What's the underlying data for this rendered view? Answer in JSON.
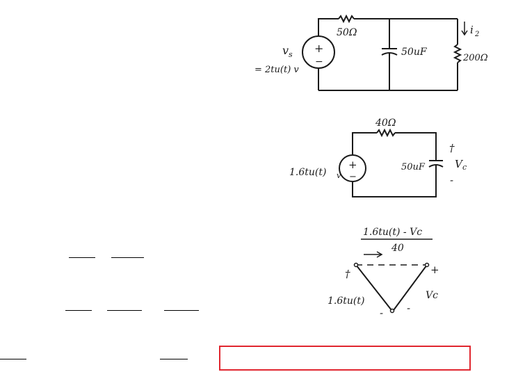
{
  "circuit1": {
    "resistor_series": "50Ω",
    "capacitor": "50uF",
    "resistor_load": "200Ω",
    "current_label": "i",
    "current_subscript": "2",
    "source_name": "v",
    "source_subscript": "s",
    "source_value": "= 2tu(t) v",
    "source_plus": "+",
    "source_minus": "−"
  },
  "circuit2": {
    "resistor": "40Ω",
    "capacitor": "50uF",
    "source_value": "1.6tu(t)",
    "source_unit": "v",
    "vc_label": "V",
    "vc_subscript": "c",
    "vc_plus": "†",
    "vc_minus": "-",
    "source_plus": "+",
    "source_minus": "−"
  },
  "diagram3": {
    "numerator": "1.6tu(t) - Vc",
    "denominator": "40",
    "left_plus": "†",
    "right_plus": "+",
    "left_label": "1.6tu(t)",
    "right_label": "Vc",
    "bottom_left_minus": "-",
    "bottom_right_minus": "-"
  },
  "colors": {
    "ink": "#1a1a1a",
    "answer_border": "#e0262f"
  }
}
